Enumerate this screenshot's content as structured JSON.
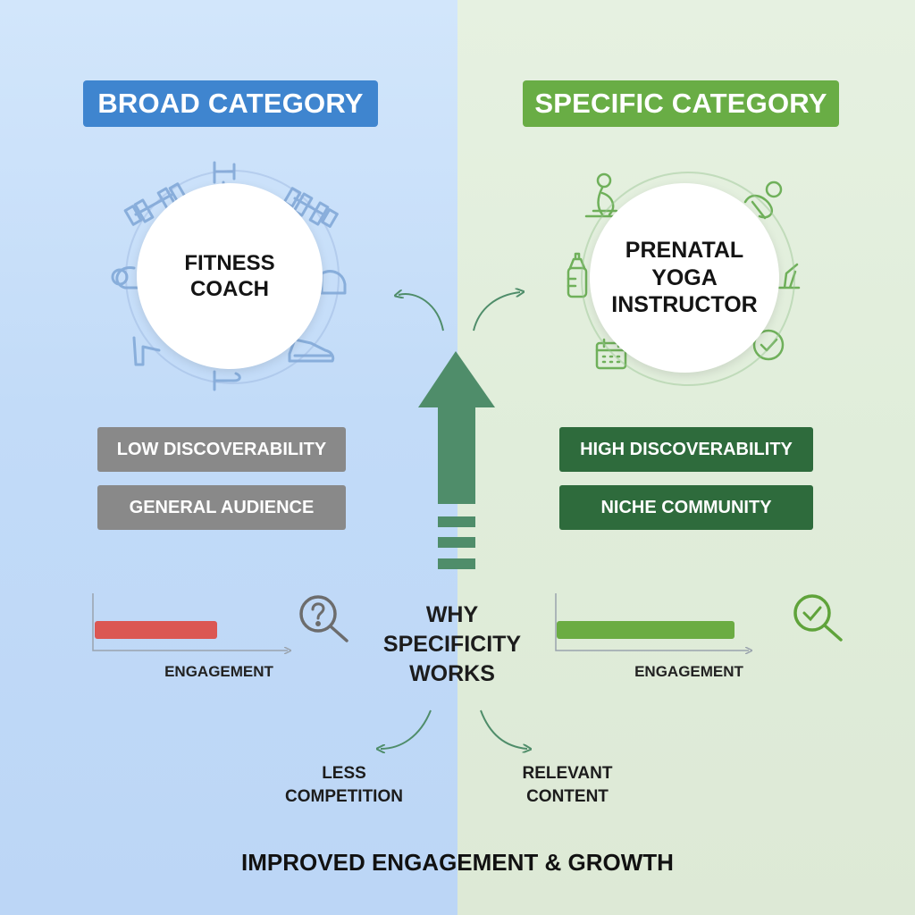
{
  "left": {
    "heading": "BROAD CATEGORY",
    "center_label": "FITNESS\nCOACH",
    "tags": [
      "LOW DISCOVERABILITY",
      "GENERAL AUDIENCE"
    ],
    "engagement_label": "ENGAGEMENT",
    "engagement_level": 0.63,
    "icons": [
      "dumbbell-icon",
      "squat-machine-icon",
      "kettlebell-icon",
      "sneaker-icon",
      "leg-exercise-icon",
      "treadmill-icon",
      "magnifier-question-icon"
    ]
  },
  "right": {
    "heading": "SPECIFIC CATEGORY",
    "center_label": "PRENATAL\nYOGA\nINSTRUCTOR",
    "tags": [
      "HIGH DISCOVERABILITY",
      "NICHE COMMUNITY"
    ],
    "engagement_label": "ENGAGEMENT",
    "engagement_level": 0.92,
    "icons": [
      "pregnant-yoga-icon",
      "yoga-pose-icon",
      "baby-bottle-icon",
      "yoga-mat-icon",
      "calendar-icon",
      "check-circle-icon",
      "magnifier-check-icon"
    ]
  },
  "center": {
    "title": "WHY\nSPECIFICITY\nWORKS",
    "benefits": [
      "LESS\nCOMPETITION",
      "RELEVANT\nCONTENT"
    ]
  },
  "footer": "IMPROVED ENGAGEMENT & GROWTH",
  "colors": {
    "left_badge": "#3f85cf",
    "right_badge": "#69ad45",
    "gray_tag": "#898989",
    "green_tag": "#2e6b3c",
    "red_bar": "#db5753",
    "green_bar": "#6bac42",
    "arrow": "#4f8d6a"
  }
}
